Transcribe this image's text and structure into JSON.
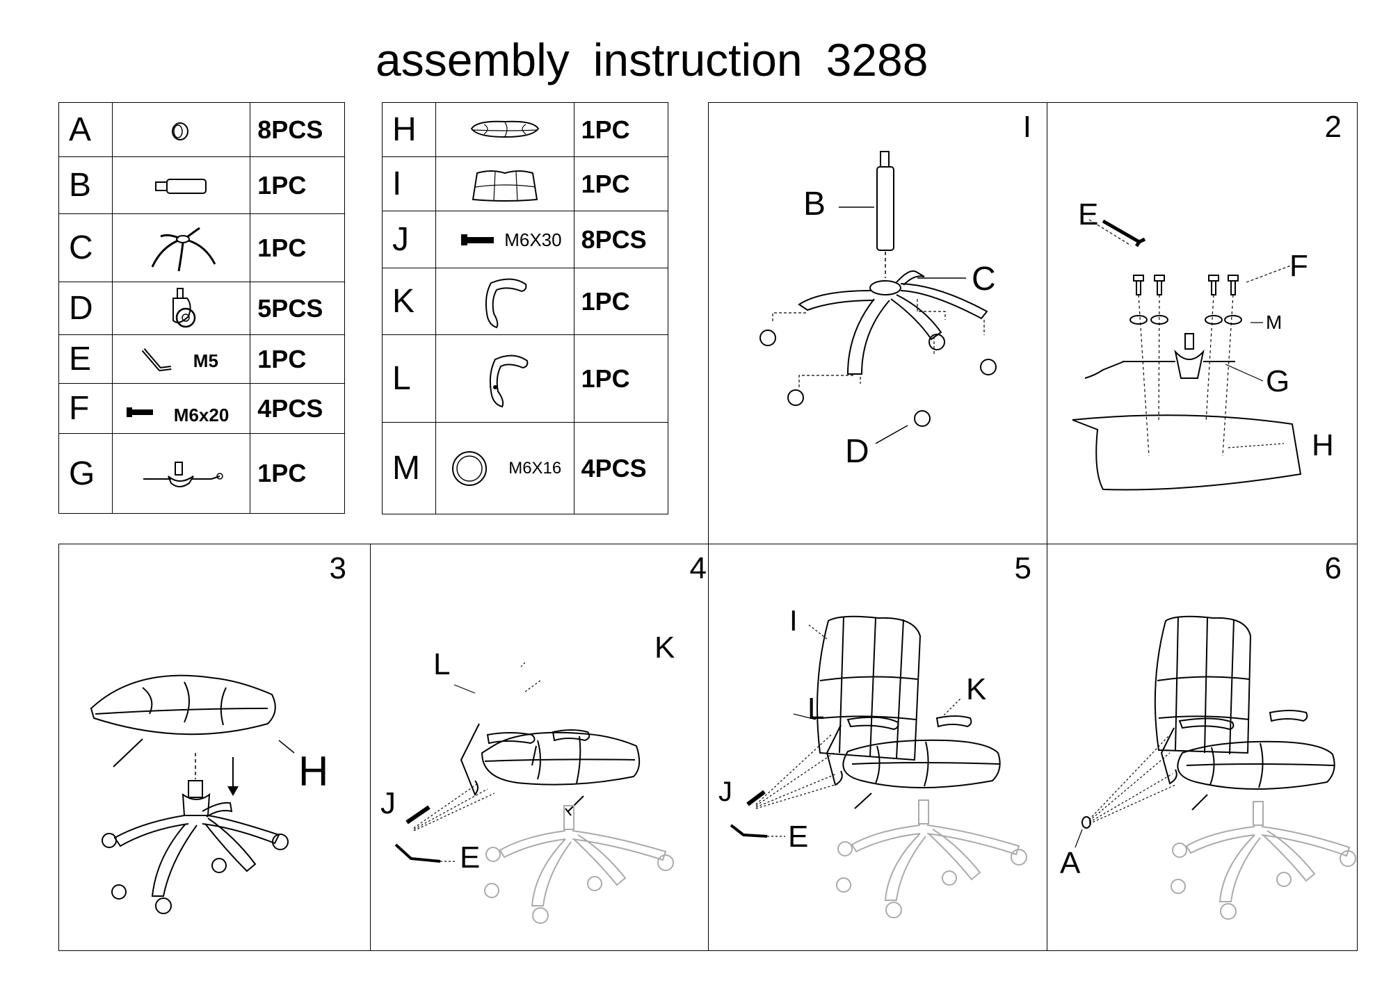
{
  "header": {
    "title_words": [
      "assembly",
      "instruction",
      "3288"
    ]
  },
  "parts_left": [
    {
      "letter": "A",
      "qty": "8PCS",
      "icon": "cap-icon",
      "note": ""
    },
    {
      "letter": "B",
      "qty": "1PC",
      "icon": "gas-lift-icon",
      "note": ""
    },
    {
      "letter": "C",
      "qty": "1PC",
      "icon": "star-base-icon",
      "note": ""
    },
    {
      "letter": "D",
      "qty": "5PCS",
      "icon": "caster-icon",
      "note": ""
    },
    {
      "letter": "E",
      "qty": "1PC",
      "icon": "hex-key-icon",
      "note": "M5"
    },
    {
      "letter": "F",
      "qty": "4PCS",
      "icon": "bolt-icon",
      "note": "M6x20"
    },
    {
      "letter": "G",
      "qty": "1PC",
      "icon": "mechanism-icon",
      "note": ""
    }
  ],
  "parts_right": [
    {
      "letter": "H",
      "qty": "1PC",
      "icon": "seat-icon",
      "note": ""
    },
    {
      "letter": "I",
      "qty": "1PC",
      "icon": "backrest-icon",
      "note": ""
    },
    {
      "letter": "J",
      "qty": "8PCS",
      "icon": "bolt-icon",
      "note": "M6X30"
    },
    {
      "letter": "K",
      "qty": "1PC",
      "icon": "armrest-right-icon",
      "note": ""
    },
    {
      "letter": "L",
      "qty": "1PC",
      "icon": "armrest-left-icon",
      "note": ""
    },
    {
      "letter": "M",
      "qty": "4PCS",
      "icon": "washer-icon",
      "note": "M6X16"
    }
  ],
  "steps": [
    {
      "number": "I",
      "labels": {
        "b": "B",
        "c": "C",
        "d": "D"
      }
    },
    {
      "number": "2",
      "labels": {
        "e": "E",
        "f": "F",
        "m": "M",
        "g": "G",
        "h": "H"
      }
    },
    {
      "number": "3",
      "labels": {
        "h": "H"
      }
    },
    {
      "number": "4",
      "labels": {
        "l": "L",
        "k": "K",
        "j": "J",
        "e": "E"
      }
    },
    {
      "number": "5",
      "labels": {
        "i": "I",
        "l": "L",
        "k": "K",
        "j": "J",
        "e": "E"
      }
    },
    {
      "number": "6",
      "labels": {
        "a": "A"
      }
    }
  ]
}
